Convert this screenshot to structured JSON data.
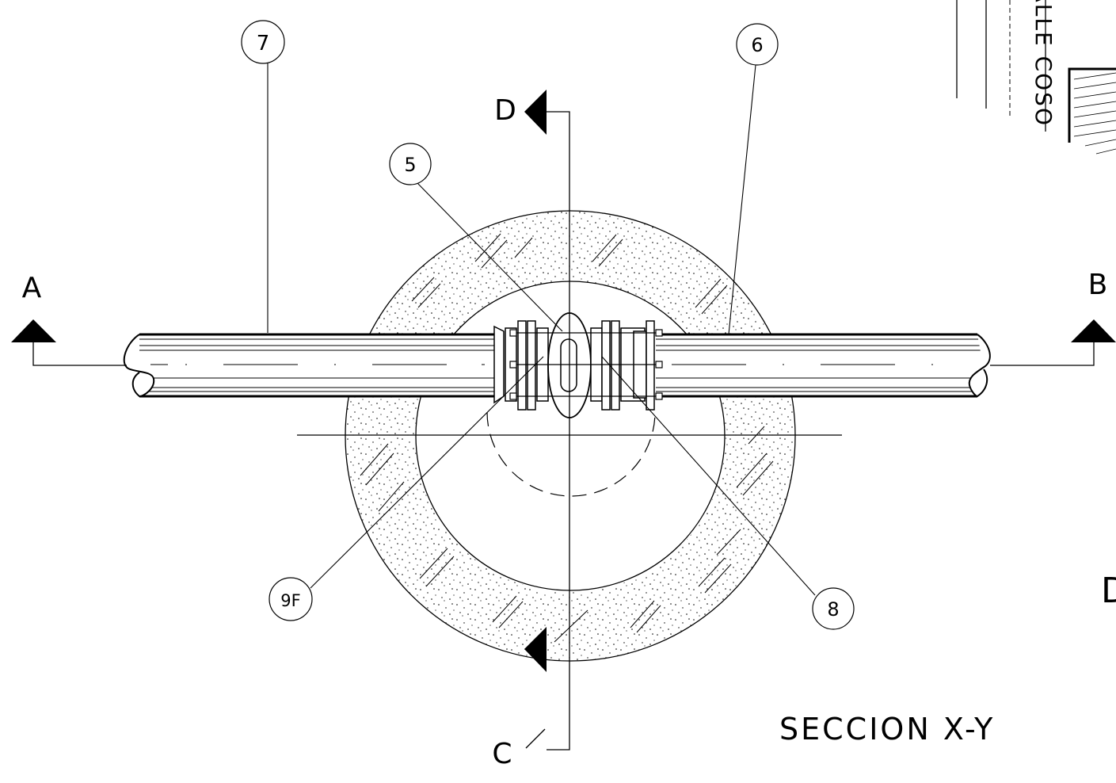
{
  "title": "SECCION X-Y",
  "street_label": "CALLE COSO",
  "section_marks": {
    "a": "A",
    "b": "B",
    "c": "C",
    "d": "D",
    "d_edge": "D"
  },
  "callouts": {
    "c5": "5",
    "c6": "6",
    "c7": "7",
    "c8": "8",
    "c9f": "9F"
  },
  "colors": {
    "ink": "#000000",
    "paper": "#ffffff"
  }
}
